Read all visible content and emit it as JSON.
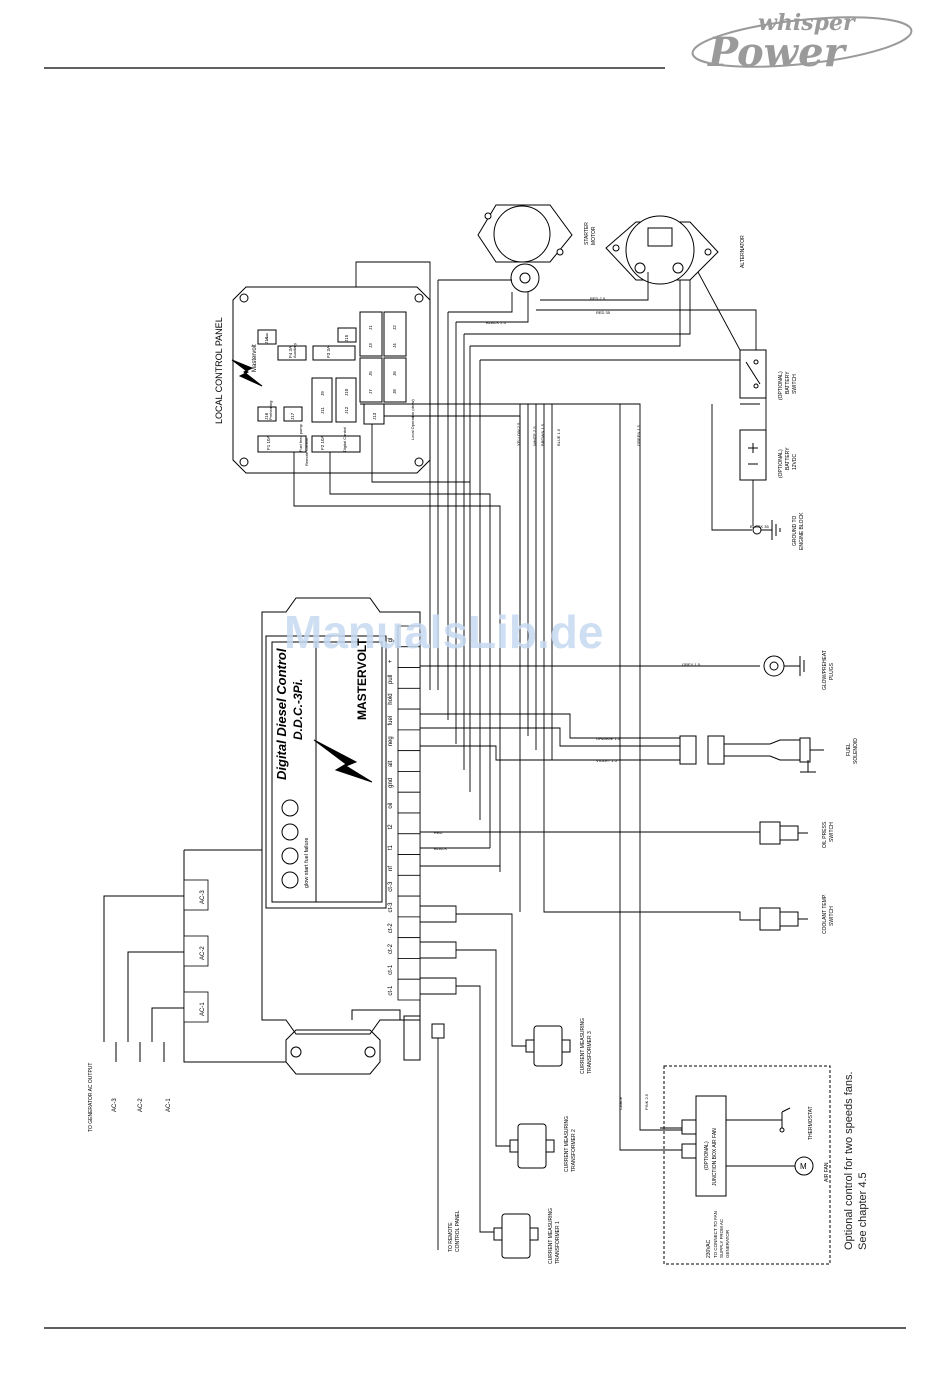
{
  "header": {
    "logo_line1": "whisper",
    "logo_line2": "Power"
  },
  "watermark": "ManualsLib.de",
  "local_control_panel": {
    "title": "LOCAL CONTROL PANEL",
    "brand": "Mastervolt",
    "connectors": [
      "J1",
      "J2",
      "J3",
      "J4",
      "J5",
      "J6",
      "J7",
      "J8",
      "J9",
      "J10",
      "J11",
      "J12",
      "J13",
      "J14",
      "J15",
      "J16",
      "J17"
    ],
    "fuse_labels": [
      "F1 10A",
      "F2 10A",
      "F3 3A",
      "F4 3A"
    ],
    "text_items": [
      "Digital Control",
      "Fuel feed pump",
      "Aux",
      "Auxiliary",
      "Preheating",
      "Local Operation (draw)",
      "Remote Control"
    ]
  },
  "ddc_module": {
    "title": "Digital Diesel Control",
    "model": "D.D.C.-3Pi.",
    "brand": "MASTERVOLT",
    "status_labels": "glow start fuel failure",
    "left_pins": [
      "AC-3",
      "AC-2",
      "AC-1"
    ],
    "right_pins": [
      "gl",
      "+",
      "pull",
      "hold",
      "fuel",
      "neg",
      "alt",
      "gnd",
      "oil",
      "t2",
      "t1",
      "nf",
      "ct-3",
      "ct-3",
      "ct-2",
      "ct-2",
      "ct-1",
      "ct-1"
    ]
  },
  "components": {
    "starter": [
      "STARTER",
      "MOTOR"
    ],
    "alternator": "ALTERNATOR",
    "battery_switch": [
      "(OPTIONAL)",
      "BATTERY",
      "SWITCH"
    ],
    "battery": [
      "(OPTIONAL)",
      "BATTERY",
      "12VDC"
    ],
    "ground": [
      "GROUND TO",
      "ENGINE BLOCK"
    ],
    "glow_plugs": [
      "GLOW/PREHEAT",
      "PLUGS"
    ],
    "fuel_solenoid": [
      "FUEL",
      "SOLENOID"
    ],
    "oil_switch": [
      "OIL PRESS.",
      "SWITCH"
    ],
    "coolant_switch": [
      "COOLANT TEMP.",
      "SWITCH"
    ],
    "ct3": [
      "CURRENT MEASURING",
      "TRANSFORMER 3"
    ],
    "ct2": [
      "CURRENT MEASURING",
      "TRANSFORMER 2"
    ],
    "ct1": [
      "CURRENT MEASURING",
      "TRANSFORMER 1"
    ],
    "remote_panel": [
      "TO REMOTE",
      "CONTROL PANEL"
    ],
    "generator_output": "TO GENERATOR AC OUTPUT",
    "ac_labels": [
      "AC-3",
      "AC-2",
      "AC-1"
    ],
    "junction_box": [
      "(OPTIONAL)",
      "JUNCTION BOX AIR FAN"
    ],
    "thermostat": "THERMOSTAT",
    "air_fan": "AIR FAN",
    "fan_supply": [
      "230VAC",
      "TO CONNECT TO FAN",
      "SUPPLY FROM AC",
      "GENERATOR"
    ]
  },
  "wire_labels": [
    "BLACK 35",
    "RED 35",
    "RED 2.5",
    "BLACK 2.5",
    "YELLOW 2.5",
    "WHITE 2.5",
    "BROWN 1.5",
    "BLUE 1.5",
    "GREEN 1.5",
    "GREY 1.5",
    "ORANGE 1.5",
    "VIOLET 1.5",
    "RED",
    "BLACK",
    "CABLE",
    "PINK 2.5"
  ],
  "side_note": [
    "Optional control for two speeds fans.",
    "See chapter 4.5"
  ],
  "colors": {
    "line": "#000000",
    "logo": "#9a9a9a",
    "watermark": "#c6d9f2"
  }
}
